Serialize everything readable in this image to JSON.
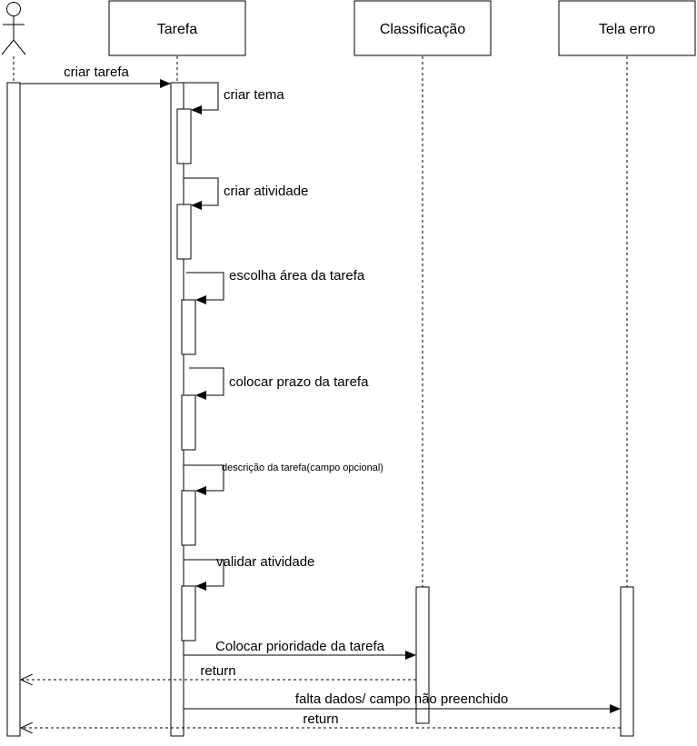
{
  "participants": {
    "tarefa": "Tarefa",
    "classificacao": "Classificação",
    "tela_erro": "Tela erro"
  },
  "messages": {
    "criar_tarefa": "criar tarefa",
    "criar_tema": "criar tema",
    "criar_atividade": "criar atividade",
    "escolha_area": "escolha área da tarefa",
    "colocar_prazo": "colocar prazo da tarefa",
    "descricao": "descrição da tarefa(campo opcional)",
    "validar": "validar atividade",
    "colocar_prioridade": "Colocar prioridade da tarefa",
    "return_1": "return",
    "falta_dados": "falta dados/ campo não preenchido",
    "return_2": "return"
  }
}
